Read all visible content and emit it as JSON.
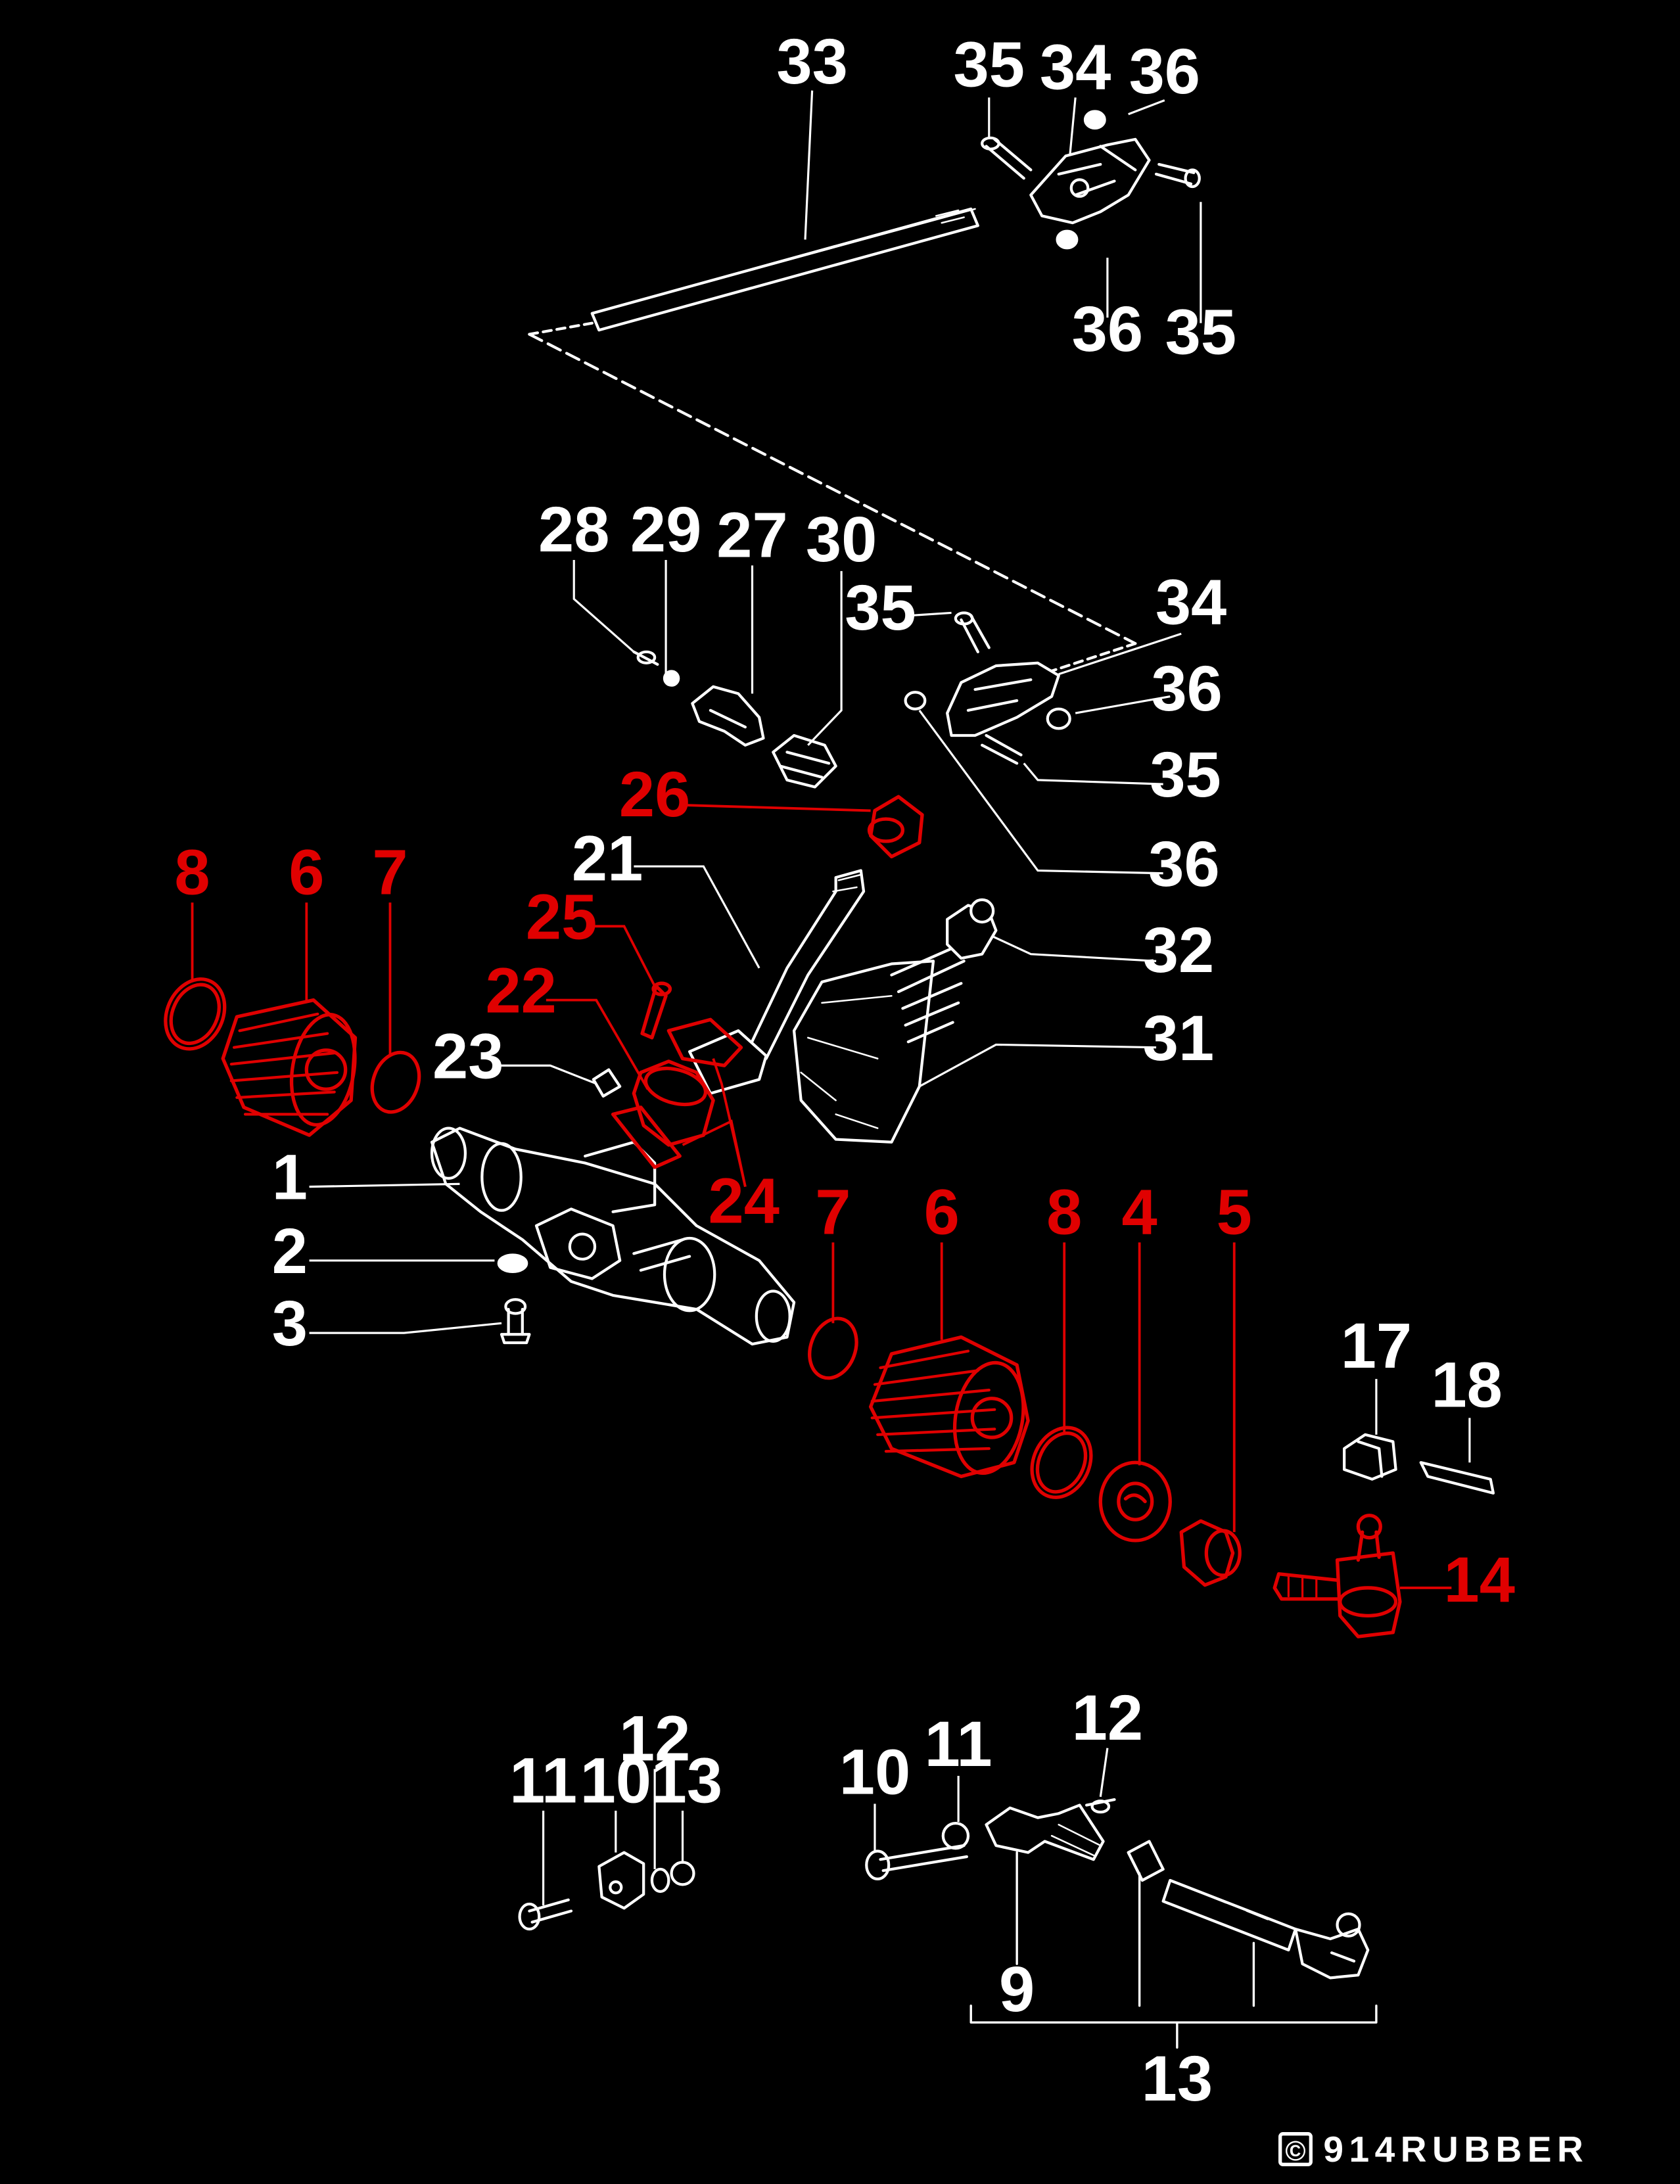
{
  "colors": {
    "background": "#000000",
    "line_art": "#ffffff",
    "highlight": "#e00000"
  },
  "callouts": [
    {
      "id": "c33",
      "label": "33",
      "highlighted": false
    },
    {
      "id": "c35a",
      "label": "35",
      "highlighted": false
    },
    {
      "id": "c34a",
      "label": "34",
      "highlighted": false
    },
    {
      "id": "c36a",
      "label": "36",
      "highlighted": false
    },
    {
      "id": "c36b",
      "label": "36",
      "highlighted": false
    },
    {
      "id": "c35b",
      "label": "35",
      "highlighted": false
    },
    {
      "id": "c28",
      "label": "28",
      "highlighted": false
    },
    {
      "id": "c29",
      "label": "29",
      "highlighted": false
    },
    {
      "id": "c27",
      "label": "27",
      "highlighted": false
    },
    {
      "id": "c30",
      "label": "30",
      "highlighted": false
    },
    {
      "id": "c35c",
      "label": "35",
      "highlighted": false
    },
    {
      "id": "c34b",
      "label": "34",
      "highlighted": false
    },
    {
      "id": "c36c",
      "label": "36",
      "highlighted": false
    },
    {
      "id": "c35d",
      "label": "35",
      "highlighted": false
    },
    {
      "id": "c26",
      "label": "26",
      "highlighted": true
    },
    {
      "id": "c36d",
      "label": "36",
      "highlighted": false
    },
    {
      "id": "c21",
      "label": "21",
      "highlighted": false
    },
    {
      "id": "c32",
      "label": "32",
      "highlighted": false
    },
    {
      "id": "c8a",
      "label": "8",
      "highlighted": true
    },
    {
      "id": "c6a",
      "label": "6",
      "highlighted": true
    },
    {
      "id": "c7a",
      "label": "7",
      "highlighted": true
    },
    {
      "id": "c25",
      "label": "25",
      "highlighted": true
    },
    {
      "id": "c22",
      "label": "22",
      "highlighted": true
    },
    {
      "id": "c31",
      "label": "31",
      "highlighted": false
    },
    {
      "id": "c23",
      "label": "23",
      "highlighted": false
    },
    {
      "id": "c24",
      "label": "24",
      "highlighted": true
    },
    {
      "id": "c1",
      "label": "1",
      "highlighted": false
    },
    {
      "id": "c2",
      "label": "2",
      "highlighted": false
    },
    {
      "id": "c3",
      "label": "3",
      "highlighted": false
    },
    {
      "id": "c7b",
      "label": "7",
      "highlighted": true
    },
    {
      "id": "c6b",
      "label": "6",
      "highlighted": true
    },
    {
      "id": "c8b",
      "label": "8",
      "highlighted": true
    },
    {
      "id": "c4",
      "label": "4",
      "highlighted": true
    },
    {
      "id": "c5",
      "label": "5",
      "highlighted": true
    },
    {
      "id": "c17",
      "label": "17",
      "highlighted": false
    },
    {
      "id": "c18",
      "label": "18",
      "highlighted": false
    },
    {
      "id": "c14",
      "label": "14",
      "highlighted": true
    },
    {
      "id": "c11a",
      "label": "11",
      "highlighted": false
    },
    {
      "id": "c10a",
      "label": "10",
      "highlighted": false
    },
    {
      "id": "c12a",
      "label": "12",
      "highlighted": false
    },
    {
      "id": "c13a",
      "label": "13",
      "highlighted": false
    },
    {
      "id": "c10b",
      "label": "10",
      "highlighted": false
    },
    {
      "id": "c11b",
      "label": "11",
      "highlighted": false
    },
    {
      "id": "c12b",
      "label": "12",
      "highlighted": false
    },
    {
      "id": "c9",
      "label": "9",
      "highlighted": false
    },
    {
      "id": "c13b",
      "label": "13",
      "highlighted": false
    }
  ],
  "watermark": {
    "symbol": "©",
    "text": "914RUBBER"
  }
}
